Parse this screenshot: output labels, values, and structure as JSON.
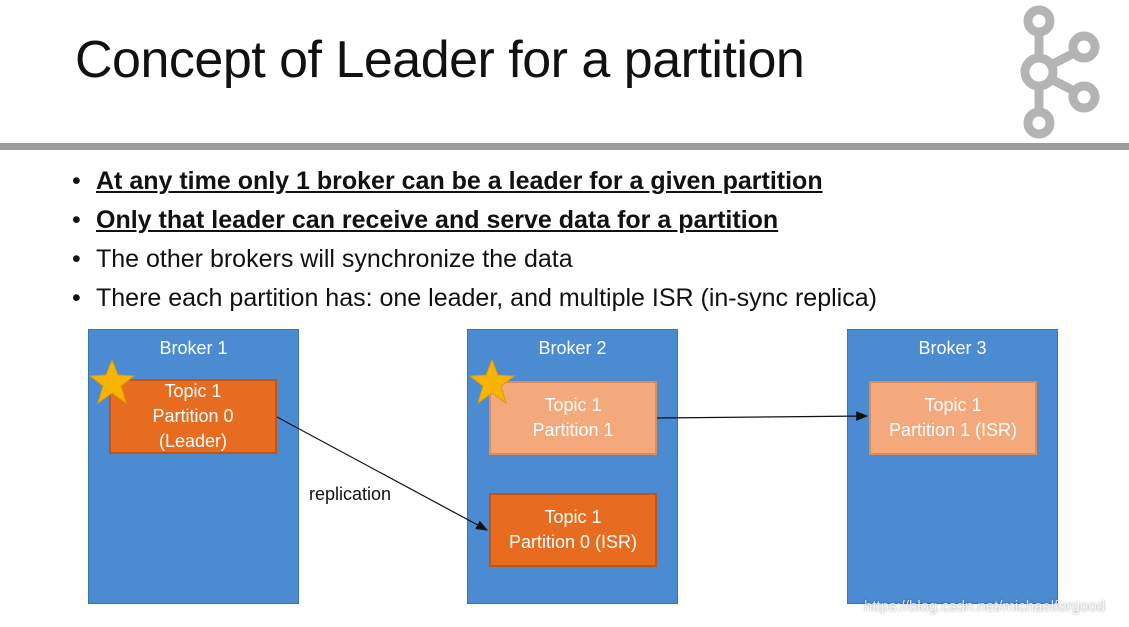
{
  "title": "Concept of Leader for a partition",
  "bullets": [
    {
      "text": "At any time only 1 broker can be a leader for a given partition",
      "emphasis": true
    },
    {
      "text": "Only that leader can receive and serve data for a partition",
      "emphasis": true
    },
    {
      "text": "The other brokers will synchronize the data",
      "emphasis": false
    },
    {
      "text": "There each partition has: one leader, and multiple ISR (in-sync replica)",
      "emphasis": false
    }
  ],
  "bullet_glyph": "•",
  "brokers": [
    {
      "label": "Broker 1",
      "partitions": [
        {
          "lines": [
            "Topic 1",
            "Partition 0",
            "(Leader)"
          ],
          "role": "leader",
          "star": true
        }
      ]
    },
    {
      "label": "Broker 2",
      "partitions": [
        {
          "lines": [
            "Topic 1",
            "Partition 1"
          ],
          "role": "leader",
          "star": true
        },
        {
          "lines": [
            "Topic 1",
            "Partition 0 (ISR)"
          ],
          "role": "isr",
          "star": false
        }
      ]
    },
    {
      "label": "Broker 3",
      "partitions": [
        {
          "lines": [
            "Topic 1",
            "Partition 1 (ISR)"
          ],
          "role": "isr",
          "star": false
        }
      ]
    }
  ],
  "edge_label": "replication",
  "logo_icon": "kafka-logo-icon",
  "star_icon": "star-icon",
  "watermark": "https://blog.csdn.net/michaelforgood",
  "colors": {
    "broker_fill": "#4a8bd1",
    "partition_dark": "#e86c1f",
    "partition_light": "#f3a97b",
    "star": "#f7b500",
    "rule": "#9b9b9b"
  }
}
